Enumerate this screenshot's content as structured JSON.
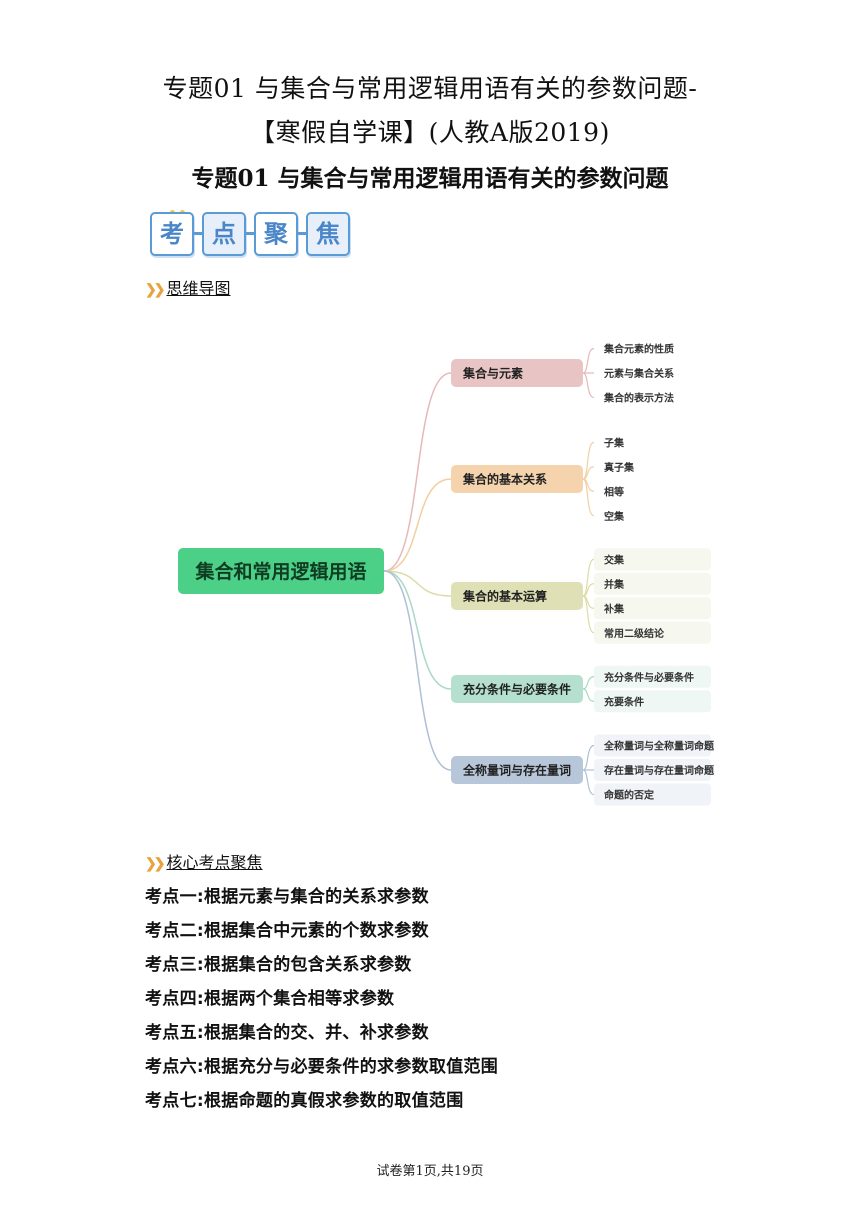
{
  "header": {
    "title_line1": "专题01 与集合与常用逻辑用语有关的参数问题-",
    "title_line2": "【寒假自学课】(人教A版2019)",
    "subtitle": "专题01 与集合与常用逻辑用语有关的参数问题"
  },
  "badge": {
    "chars": [
      "考",
      "点",
      "聚",
      "焦"
    ]
  },
  "mind_section": {
    "label": "思维导图"
  },
  "mindmap": {
    "root": "集合和常用逻辑用语",
    "branches": [
      {
        "label": "集合与元素",
        "color": "#e9c4c4",
        "line": "#e7b8b8",
        "leaves": [
          "集合元素的性质",
          "元素与集合关系",
          "集合的表示方法"
        ]
      },
      {
        "label": "集合的基本关系",
        "color": "#f4d3ad",
        "line": "#f2cfa3",
        "leaves": [
          "子集",
          "真子集",
          "相等",
          "空集"
        ]
      },
      {
        "label": "集合的基本运算",
        "color": "#dfe0b5",
        "line": "#dcdca6",
        "leaves": [
          "交集",
          "并集",
          "补集",
          "常用二级结论"
        ]
      },
      {
        "label": "充分条件与必要条件",
        "color": "#b5e0cf",
        "line": "#a9d9c6",
        "leaves": [
          "充分条件与必要条件",
          "充要条件"
        ]
      },
      {
        "label": "全称量词与存在量词",
        "color": "#b7c6d8",
        "line": "#aec0d4",
        "leaves": [
          "全称量词与全称量词命题",
          "存在量词与存在量词命题",
          "命题的否定"
        ]
      }
    ],
    "root_color": "#4ccf86"
  },
  "core_section": {
    "label": "核心考点聚焦"
  },
  "points": [
    "考点一:根据元素与集合的关系求参数",
    "考点二:根据集合中元素的个数求参数",
    "考点三:根据集合的包含关系求参数",
    "考点四:根据两个集合相等求参数",
    "考点五:根据集合的交、并、补求参数",
    "考点六:根据充分与必要条件的求参数取值范围",
    "考点七:根据命题的真假求参数的取值范围"
  ],
  "footer": {
    "text": "试卷第1页,共19页"
  }
}
